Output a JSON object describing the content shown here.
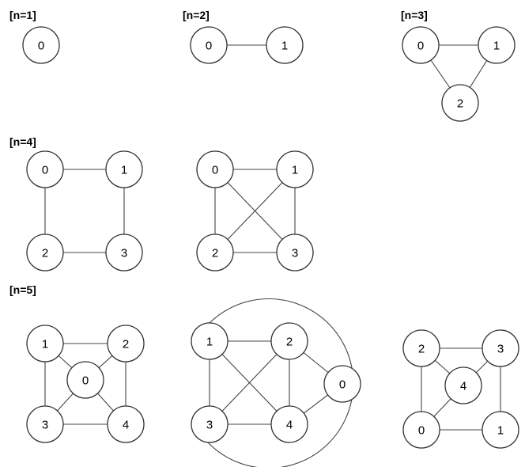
{
  "labels": {
    "n1": "[n=1]",
    "n2": "[n=2]",
    "n3": "[n=3]",
    "n4": "[n=4]",
    "n5": "[n=5]"
  },
  "graphs": [
    {
      "id": "n1-a",
      "nodes": [
        "0"
      ],
      "edges": []
    },
    {
      "id": "n2-a",
      "nodes": [
        "0",
        "1"
      ],
      "edges": [
        [
          "0",
          "1"
        ]
      ]
    },
    {
      "id": "n3-a",
      "nodes": [
        "0",
        "1",
        "2"
      ],
      "edges": [
        [
          "0",
          "1"
        ],
        [
          "0",
          "2"
        ],
        [
          "1",
          "2"
        ]
      ]
    },
    {
      "id": "n4-a",
      "nodes": [
        "0",
        "1",
        "2",
        "3"
      ],
      "edges": [
        [
          "0",
          "1"
        ],
        [
          "0",
          "2"
        ],
        [
          "1",
          "3"
        ],
        [
          "2",
          "3"
        ]
      ]
    },
    {
      "id": "n4-b",
      "nodes": [
        "0",
        "1",
        "2",
        "3"
      ],
      "edges": [
        [
          "0",
          "1"
        ],
        [
          "0",
          "2"
        ],
        [
          "0",
          "3"
        ],
        [
          "1",
          "2"
        ],
        [
          "1",
          "3"
        ],
        [
          "2",
          "3"
        ]
      ]
    },
    {
      "id": "n5-a",
      "nodes": [
        "1",
        "2",
        "0",
        "3",
        "4"
      ],
      "edges": [
        [
          "1",
          "2"
        ],
        [
          "1",
          "3"
        ],
        [
          "2",
          "4"
        ],
        [
          "3",
          "4"
        ],
        [
          "1",
          "0"
        ],
        [
          "2",
          "0"
        ],
        [
          "3",
          "0"
        ],
        [
          "4",
          "0"
        ]
      ]
    },
    {
      "id": "n5-b",
      "nodes": [
        "1",
        "2",
        "0",
        "3",
        "4"
      ],
      "edges": [
        [
          "1",
          "2"
        ],
        [
          "1",
          "3"
        ],
        [
          "2",
          "4"
        ],
        [
          "3",
          "4"
        ],
        [
          "1",
          "4"
        ],
        [
          "2",
          "3"
        ],
        [
          "2",
          "0"
        ],
        [
          "4",
          "0"
        ],
        [
          "1",
          "0"
        ],
        [
          "3",
          "0"
        ]
      ]
    },
    {
      "id": "n5-c",
      "nodes": [
        "2",
        "3",
        "4",
        "0",
        "1"
      ],
      "edges": [
        [
          "2",
          "3"
        ],
        [
          "2",
          "0"
        ],
        [
          "3",
          "1"
        ],
        [
          "0",
          "1"
        ],
        [
          "2",
          "4"
        ],
        [
          "3",
          "4"
        ],
        [
          "0",
          "4"
        ]
      ]
    }
  ]
}
